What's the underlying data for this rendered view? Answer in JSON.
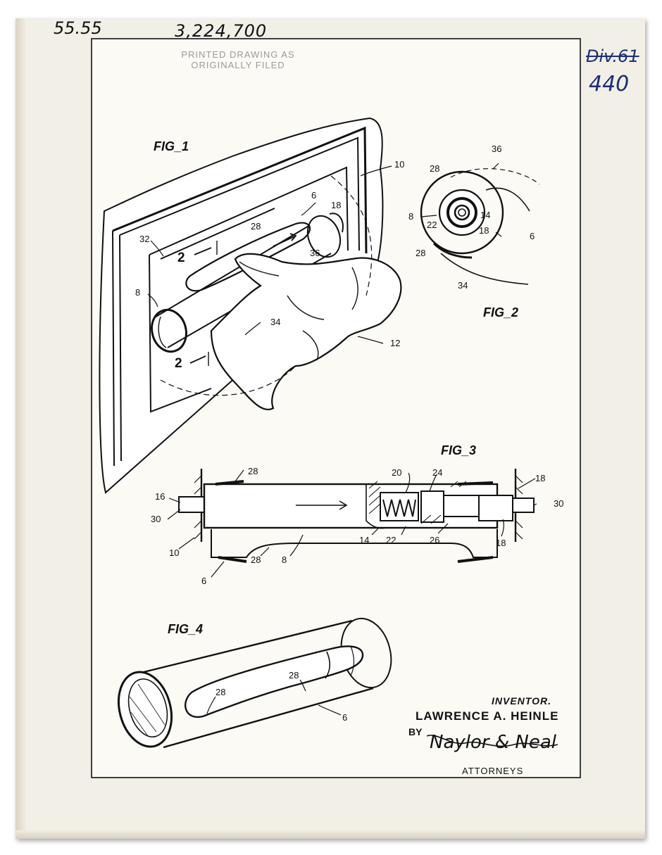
{
  "header": {
    "top_left": "55.55",
    "serial_number": "3,224,700",
    "stamp_line1": "PRINTED DRAWING AS",
    "stamp_line2": "ORIGINALLY FILED",
    "struck_number": "Div.61",
    "class_number": "440"
  },
  "figures": {
    "fig1": "FIG_1",
    "fig2": "FIG_2",
    "fig3": "FIG_3",
    "fig4": "FIG_4"
  },
  "callouts": {
    "fig1": [
      "10",
      "6",
      "18",
      "32",
      "28",
      "36",
      "8",
      "34",
      "12",
      "2",
      "2"
    ],
    "fig2": [
      "36",
      "28",
      "8",
      "14",
      "22",
      "18",
      "6",
      "28",
      "34"
    ],
    "fig3": [
      "28",
      "20",
      "24",
      "18",
      "16",
      "30",
      "30",
      "10",
      "14",
      "22",
      "26",
      "18",
      "28",
      "8",
      "6"
    ],
    "fig4": [
      "28",
      "28",
      "6"
    ]
  },
  "footer": {
    "inventor_label": "INVENTOR.",
    "inventor_name": "LAWRENCE A. HEINLE",
    "by_label": "BY",
    "signature": "Naylor & Neal",
    "attorneys_label": "ATTORNEYS"
  }
}
